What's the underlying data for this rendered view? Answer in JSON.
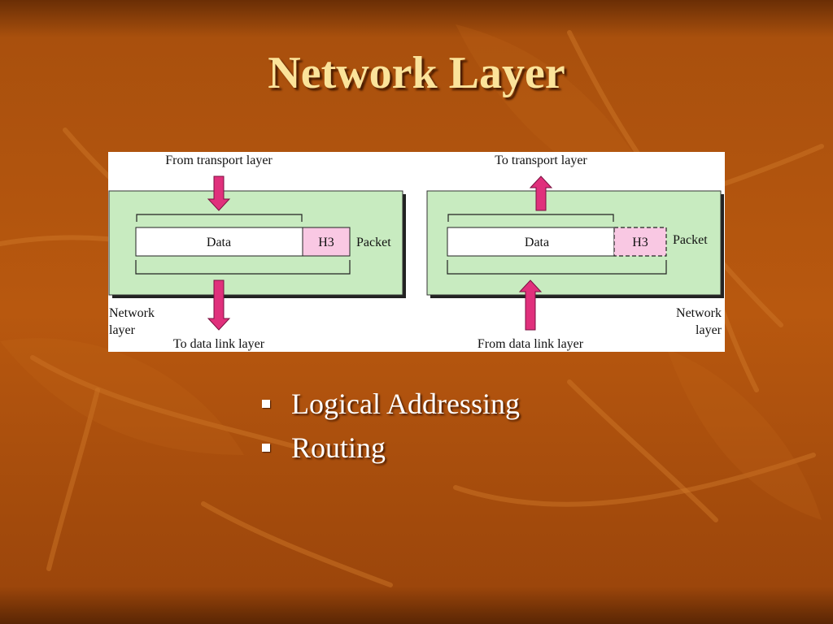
{
  "slide": {
    "title": "Network Layer"
  },
  "diagram": {
    "left": {
      "top_label": "From transport layer",
      "bottom_label": "To data link layer",
      "side_label_line1": "Network",
      "side_label_line2": "layer",
      "data_label": "Data",
      "header_label": "H3",
      "packet_label": "Packet"
    },
    "right": {
      "top_label": "To transport layer",
      "bottom_label": "From data link layer",
      "side_label_line1": "Network",
      "side_label_line2": "layer",
      "data_label": "Data",
      "header_label": "H3",
      "packet_label": "Packet"
    },
    "colors": {
      "box_fill": "#c8ebc0",
      "header_fill": "#f9c8e3",
      "arrow": "#e0307c"
    }
  },
  "bullets": [
    {
      "text": "Logical Addressing"
    },
    {
      "text": "Routing"
    }
  ]
}
